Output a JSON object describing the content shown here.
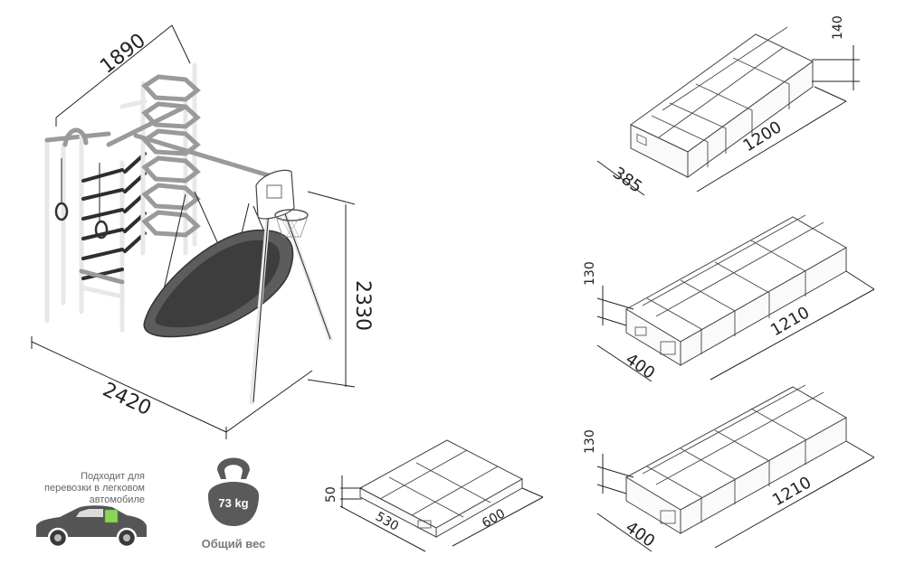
{
  "product_dims": {
    "width": "2420",
    "depth": "1890",
    "height": "2330"
  },
  "package_1": {
    "height": "140",
    "width": "385",
    "length": "1200"
  },
  "package_2": {
    "height": "130",
    "width": "400",
    "length": "1210"
  },
  "package_3": {
    "height": "130",
    "width": "400",
    "length": "1210"
  },
  "package_4": {
    "height": "50",
    "width": "530",
    "length": "600"
  },
  "car_note": {
    "line1": "Подходит для",
    "line2": "перевозки в легковом",
    "line3": "автомобиле"
  },
  "weight": {
    "value": "73 kg",
    "label": "Общий вес"
  },
  "icons": [
    "car-icon",
    "kettlebell-icon"
  ],
  "colors": {
    "frame": "#9a9a9a",
    "trampoline": "#4a4a4a",
    "kettlebell": "#5a5a5a",
    "car": "#555555",
    "car_box": "#8fd45a"
  }
}
